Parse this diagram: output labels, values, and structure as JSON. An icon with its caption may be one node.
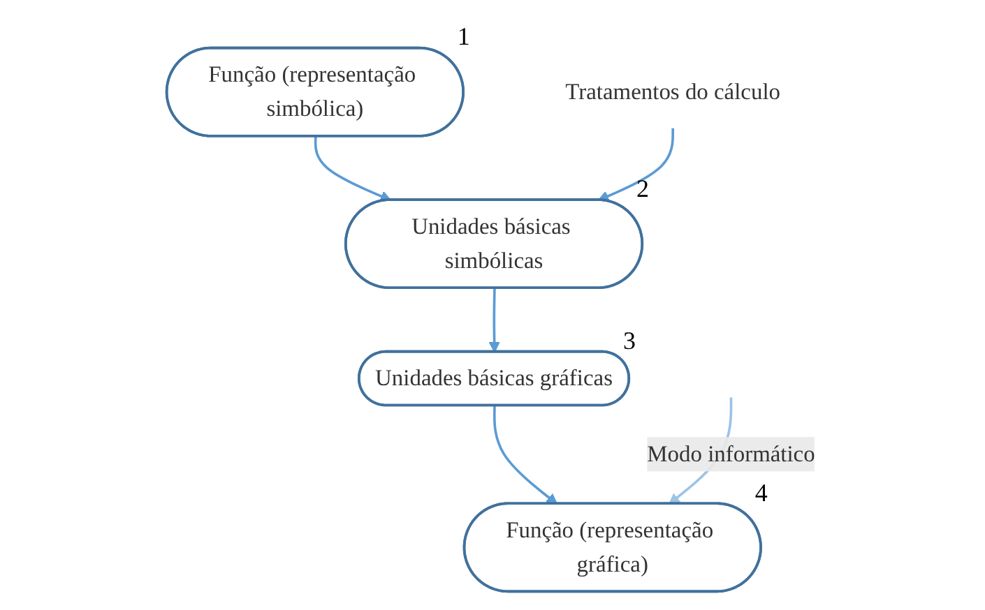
{
  "diagram": {
    "nodes": [
      {
        "text": [
          "Função (representação simbólica)"
        ],
        "beside": [
          "1"
        ]
      },
      {
        "text": [
          "Unidades básicas simbólicas"
        ],
        "beside": [
          "2"
        ]
      },
      {
        "text": [
          "Unidades básicas gráficas"
        ],
        "beside": [
          "3"
        ]
      },
      {
        "text": [
          "Função (representação gráfica)"
        ],
        "beside": [
          "4"
        ]
      },
      {
        "text": [
          "Tratamentos do cálculo"
        ]
      }
    ],
    "edges": [
      {
        "from": 0,
        "to": 1,
        "arrow": "to"
      },
      {
        "from": 4,
        "to": 1,
        "arrow": "to"
      },
      {
        "from": 1,
        "to": 2,
        "arrow": "to"
      },
      {
        "from": 2,
        "to": 3,
        "arrow": "to"
      },
      {
        "from": null,
        "to": 3,
        "arrow": "to",
        "label": "Modo informático",
        "color": "#9dc3e6"
      }
    ]
  }
}
